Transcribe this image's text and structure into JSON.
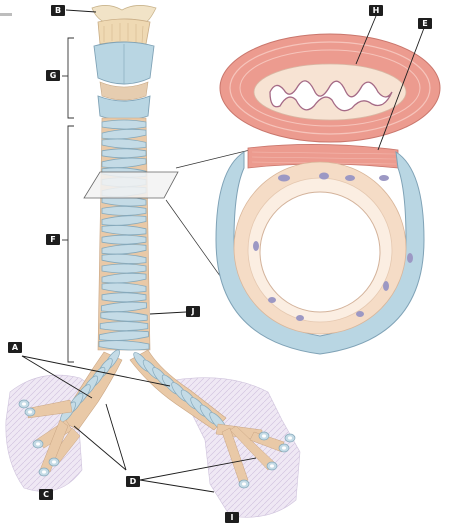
{
  "labels": {
    "A": "A",
    "B": "B",
    "C": "C",
    "D": "D",
    "E": "E",
    "F": "F",
    "G": "G",
    "H": "H",
    "I": "I",
    "J": "J"
  },
  "colors": {
    "cartilage": "#c4dbe6",
    "cartilage_edge": "#86a9bb",
    "ligament": "#e9c9a7",
    "muscle": "#ec9b8f",
    "mucosa": "#f7e3d3",
    "lung_tissue": "#e6ddef",
    "label_box": "#1e1e1e"
  }
}
